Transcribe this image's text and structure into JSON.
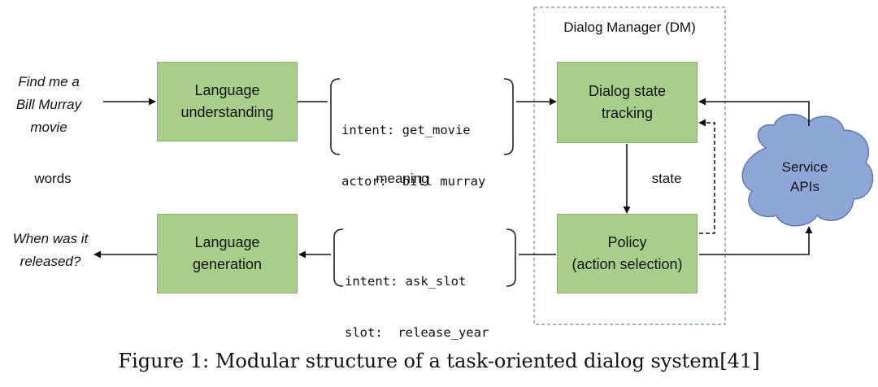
{
  "dm_label": "Dialog Manager (DM)",
  "user_input": [
    "Find me a",
    "Bill Murray",
    "movie"
  ],
  "system_output": [
    "When was it",
    "released?"
  ],
  "side_labels": {
    "words": "words",
    "meaning": "meaning",
    "state": "state"
  },
  "boxes": {
    "nlu": [
      "Language",
      "understanding"
    ],
    "nlg": [
      "Language",
      "generation"
    ],
    "dst": [
      "Dialog state",
      "tracking"
    ],
    "policy": [
      "Policy",
      "(action selection)"
    ]
  },
  "frames": {
    "top": [
      "intent: get_movie",
      "actor:  bill murray"
    ],
    "bottom": [
      "intent: ask_slot",
      "slot:  release_year"
    ]
  },
  "cloud": [
    "Service",
    "APIs"
  ],
  "caption": "Figure 1: Modular structure of a task-oriented dialog system[41]",
  "colors": {
    "box_fill": "#a8cf8a",
    "cloud_fill": "#8ea6d8",
    "dm_border": "#6f87b8"
  }
}
